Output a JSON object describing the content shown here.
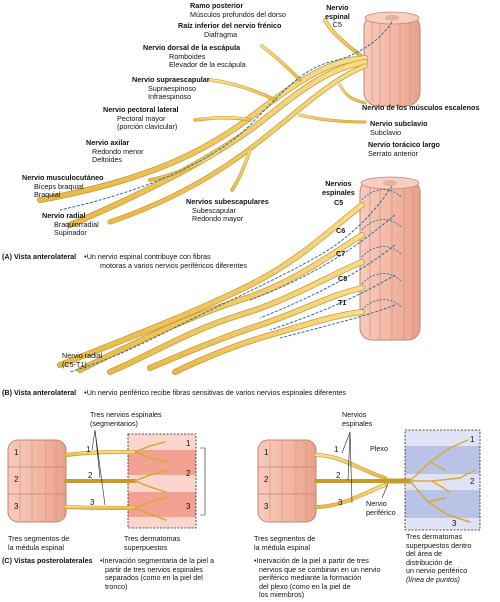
{
  "panel_a": {
    "labels": {
      "ramo_posterior": {
        "title": "Ramo posterior",
        "sub": "Músculos profundos del dorso"
      },
      "raiz_frenico": {
        "title": "Raíz inferior del nervio frénico",
        "sub": "Diafragma"
      },
      "dorsal_escapula": {
        "title": "Nervio dorsal de la escápula",
        "sub1": "Romboides",
        "sub2": "Elevador de la escápula"
      },
      "supraescapular": {
        "title": "Nervio supraescapular",
        "sub1": "Supraespinoso",
        "sub2": "Infraespinoso"
      },
      "pectoral_lateral": {
        "title": "Nervio pectoral lateral",
        "sub1": "Pectoral mayor",
        "sub2": "(porción clavicular)"
      },
      "axilar": {
        "title": "Nervio axilar",
        "sub1": "Redondo menor",
        "sub2": "Deltoides"
      },
      "musculocutaneo": {
        "title": "Nervio musculocutáneo",
        "sub1": "Bíceps braquial",
        "sub2": "Braquial"
      },
      "radial": {
        "title": "Nervio radial",
        "sub1": "Braquiorradial",
        "sub2": "Supinador"
      },
      "subescapulares": {
        "title": "Nervios subescapulares",
        "sub1": "Subescapular",
        "sub2": "Redondo mayor"
      },
      "espinal_c5": {
        "title1": "Nervio",
        "title2": "espinal",
        "sub": "C5"
      },
      "escalenos": {
        "title": "Nervio de los músculos escalenos"
      },
      "subclavio": {
        "title": "Nervio subclavio",
        "sub": "Subclavio"
      },
      "toracico_largo": {
        "title": "Nervio torácico largo",
        "sub": "Serrato anterior"
      }
    },
    "caption": {
      "lead": "(A) Vista anterolateral",
      "text1": "Un nervio espinal contribuye con fibras",
      "text2": "motoras a varios nervios periféricos diferentes"
    }
  },
  "panel_b": {
    "nervios_espinales": {
      "l1": "Nervios",
      "l2": "espinales"
    },
    "levels": [
      "C5",
      "C6",
      "C7",
      "C8",
      "T1"
    ],
    "radial": {
      "l1": "Nervio radial",
      "l2": "(C5-T1)"
    },
    "caption": {
      "lead": "(B) Vista anterolateral",
      "text": "Un nervio periférico recibe fibras sensitivas de varios nervios espinales diferentes"
    }
  },
  "panel_c": {
    "left": {
      "top_label": {
        "l1": "Tres nervios espinales",
        "l2": "(segmentarios)"
      },
      "segments": [
        "1",
        "2",
        "3"
      ],
      "derm_numbers": [
        "1",
        "2",
        "3"
      ],
      "arrows": [
        "1",
        "2",
        "3"
      ],
      "bottom_left": {
        "l1": "Tres segmentos de",
        "l2": "la médula espinal"
      },
      "bottom_right": {
        "l1": "Tres dermatomas",
        "l2": "superpuestos"
      },
      "note": {
        "l1": "Inervación segmentaria de la piel a",
        "l2": "partir de tres nervios espinales",
        "l3": "separados (como en la piel del",
        "l4": "tronco)"
      }
    },
    "right": {
      "top_label": {
        "l1": "Nervios",
        "l2": "espinales"
      },
      "plexo": "Plexo",
      "segments": [
        "1",
        "2",
        "3"
      ],
      "derm_numbers": [
        "1",
        "2",
        "3"
      ],
      "arrows": [
        "1",
        "2",
        "3"
      ],
      "nervio_periferico": {
        "l1": "Nervio",
        "l2": "periférico"
      },
      "bottom_left": {
        "l1": "Tres segmentos de",
        "l2": "la médula espinal"
      },
      "bottom_right": {
        "l1": "Tres dermatomas",
        "l2": "superpuestos dentro",
        "l3": "del área de",
        "l4": "distribución de",
        "l5": "un nervio periférico",
        "l6": "(línea de puntos)"
      },
      "note": {
        "l1": "Inervación de la piel a partir de tres",
        "l2": "nervios que se combinan en un nervio",
        "l3": "periférico mediante la formación",
        "l4": "del plexo (como en la piel de",
        "l5": "los miembros)"
      }
    },
    "caption": {
      "lead": "(C) Vistas posterolaterales"
    }
  },
  "colors": {
    "nerve": "#f0c766",
    "nerve_edge": "#c99a2e",
    "cord": "#f1b7a6",
    "cord_edge": "#c9826e",
    "fiber": "#2f6e9a",
    "derm_red": "#f08a78",
    "derm_blue": "#b9c3e6"
  }
}
